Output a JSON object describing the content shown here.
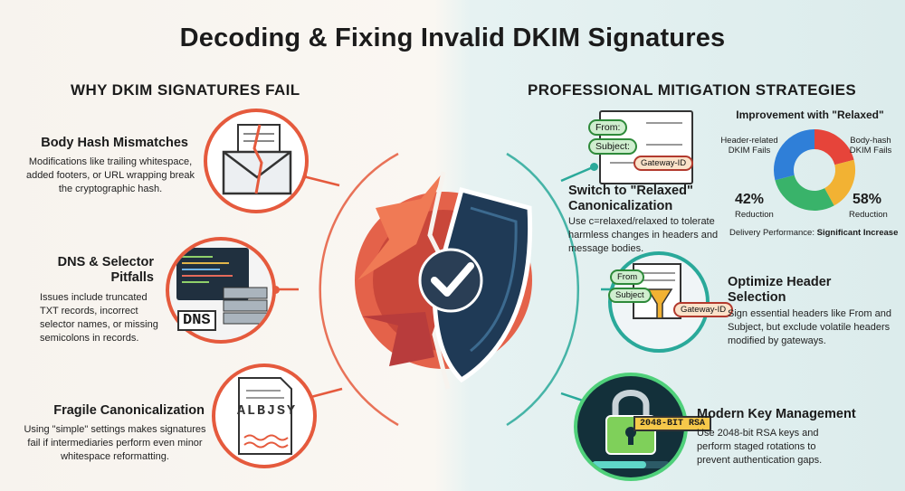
{
  "title": "Decoding & Fixing Invalid DKIM Signatures",
  "left_heading": "WHY DKIM SIGNATURES FAIL",
  "right_heading": "PROFESSIONAL MITIGATION STRATEGIES",
  "causes": [
    {
      "title": "Body Hash Mismatches",
      "desc": "Modifications like trailing whitespace, added footers, or URL wrapping break the cryptographic hash."
    },
    {
      "title_line1": "DNS & Selector",
      "title_line2": "Pitfalls",
      "desc": "Issues include truncated TXT records, incorrect selector names, or missing semicolons in records.",
      "badge": "DNS"
    },
    {
      "title": "Fragile Canonicalization",
      "desc": "Using \"simple\" settings makes signatures fail if intermediaries perform even minor whitespace reformatting.",
      "letters": "ALBJSY"
    }
  ],
  "strategies": [
    {
      "title_line1": "Switch to \"Relaxed\"",
      "title_line2": "Canonicalization",
      "desc": "Use c=relaxed/relaxed to tolerate harmless changes in headers and message bodies.",
      "from": "From:",
      "subject": "Subject:",
      "gateway": "Gateway-ID"
    },
    {
      "title_line1": "Optimize Header",
      "title_line2": "Selection",
      "desc": "Sign essential headers like From and Subject, but exclude volatile headers modified by gateways.",
      "from": "From",
      "subject": "Subject",
      "gateway": "Gateway-ID"
    },
    {
      "title": "Modern Key Management",
      "desc": "Use 2048-bit RSA keys and perform staged rotations to prevent authentication gaps.",
      "key_label": "2048-BIT RSA"
    }
  ],
  "chart_data": {
    "type": "pie",
    "title": "Improvement with \"Relaxed\"",
    "categories": [
      "Header-related DKIM Fails",
      "Body-hash DKIM Fails"
    ],
    "values": [
      42,
      58
    ],
    "value_labels": [
      "42%",
      "58%"
    ],
    "sub_label": "Reduction",
    "footer_label": "Delivery Performance:",
    "footer_value": "Significant Increase",
    "colors": [
      "#e6443a",
      "#f2b233",
      "#39b36a",
      "#2f7fd8"
    ]
  },
  "colors": {
    "left_accent": "#e55a3d",
    "right_accent": "#2aa99a",
    "shield": "#1f3a56"
  }
}
